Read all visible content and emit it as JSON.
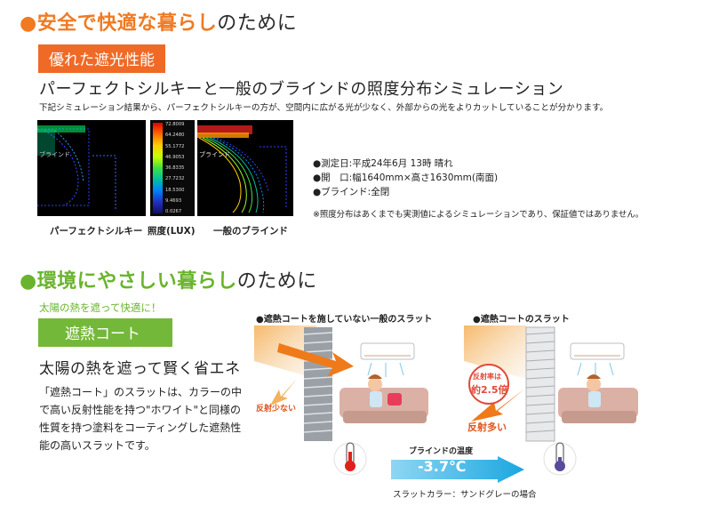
{
  "section1": {
    "title_highlight": "●安全で快適な暮らし",
    "title_rest": "のために",
    "badge": "優れた遮光性能",
    "heading": "パーフェクトシルキーと一般のブラインドの照度分布シミュレーション",
    "description": "下記シミュレーション結果から、パーフェクトシルキーの方が、空間内に広がる光が少なく、外部からの光をよりカットしていることが分かります。",
    "sim": {
      "left_inner_label": "ブラインド",
      "right_inner_label": "ブラインド",
      "scale_values": [
        "72.8009",
        "64.2480",
        "55.1772",
        "46.9053",
        "36.8335",
        "27.7232",
        "18.5300",
        "9.4693",
        "0.0267"
      ],
      "caption_left": "パーフェクトシルキー",
      "caption_mid": "照度(LUX)",
      "caption_right": "一般のブラインド"
    },
    "conditions": [
      "●測定日:平成24年6月 13時 晴れ",
      "●開　口:幅1640mm×高さ1630mm(南面)",
      "●ブラインド:全閉"
    ],
    "note": "※照度分布はあくまでも実測値によるシミュレーションであり、保証値ではありません。",
    "colors": {
      "accent": "#f07a22",
      "badge": "#ef6a26"
    }
  },
  "section2": {
    "title_highlight": "●環境にやさしい暮らし",
    "title_rest": "のために",
    "tagline": "太陽の熱を遮って快適に！",
    "badge": "遮熱コート",
    "heading": "太陽の熱を遮って賢く省エネ",
    "description": "「遮熱コート」のスラットは、カラーの中で高い反射性能を持つ\"ホワイト\"と同様の性質を持つ塗料をコーティングした遮熱性能の高いスラットです。",
    "illus_left_title": "●遮熱コートを施していない一般のスラット",
    "illus_right_title": "●遮熱コートのスラット",
    "reflect_low": "反射少ない",
    "reflect_high": "反射多い",
    "reflect_rate_label": "反射率は",
    "reflect_rate_value": "約2.5倍",
    "temp_label": "ブラインドの温度",
    "temp_value": "-3.7℃",
    "slat_color_note": "スラットカラー：サンドグレーの場合",
    "colors": {
      "accent": "#6ab42d",
      "badge": "#74b83a",
      "arrow": "#1aa7e0"
    }
  }
}
